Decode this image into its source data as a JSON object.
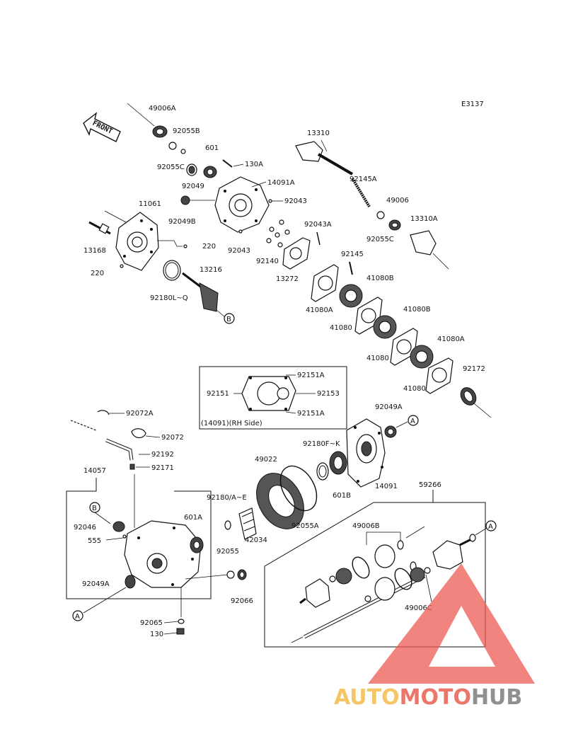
{
  "diagram_code": "E3137",
  "front_label": "FRONT",
  "labels": {
    "p49006A": "49006A",
    "p92055B": "92055B",
    "p92055C_top": "92055C",
    "p601_top": "601",
    "p130A": "130A",
    "p14091A": "14091A",
    "p92049": "92049",
    "p92043_r": "92043",
    "p92049B": "92049B",
    "p92043_b": "92043",
    "p11061": "11061",
    "p220_r": "220",
    "p13168": "13168",
    "p220_l": "220",
    "p13216": "13216",
    "p92180LQ": "92180L~Q",
    "p13310": "13310",
    "p92145A": "92145A",
    "p49006": "49006",
    "p92055C_mid": "92055C",
    "p13310A": "13310A",
    "p92043A": "92043A",
    "p92140": "92140",
    "p13272": "13272",
    "p92145": "92145",
    "p41080B_1": "41080B",
    "p41080A_1": "41080A",
    "p41080_1": "41080",
    "p41080B_2": "41080B",
    "p41080_2": "41080",
    "p41080A_2": "41080A",
    "p41080_3": "41080",
    "p92172": "92172",
    "inset_92151A_top": "92151A",
    "inset_92151": "92151",
    "inset_92153": "92153",
    "inset_92151A_bot": "92151A",
    "inset_caption": "(14091)(RH Side)",
    "p92072A": "92072A",
    "p92072": "92072",
    "p92192": "92192",
    "p92171": "92171",
    "p14057": "14057",
    "p92049A_top": "92049A",
    "p92180FK": "92180F~K",
    "p49022": "49022",
    "p601B": "601B",
    "p14091": "14091",
    "p92180AE": "92180/A~E",
    "p601A": "601A",
    "p42034": "42034",
    "p92055A": "92055A",
    "p92046": "92046",
    "p555": "555",
    "p92055": "92055",
    "p92049A_bot": "92049A",
    "p92066": "92066",
    "p92065": "92065",
    "p130": "130",
    "p59266": "59266",
    "p49006B": "49006B",
    "p49006C": "49006C"
  },
  "callouts": {
    "A": "A",
    "B": "B"
  },
  "watermark": {
    "prefix": "AUTO",
    "middle": "MOTO",
    "suffix": "HUB",
    "color_prefix": "#f2b233",
    "color_middle": "#e8493a",
    "color_suffix": "#6b6b6b",
    "triangle_color": "#ee5b55"
  }
}
